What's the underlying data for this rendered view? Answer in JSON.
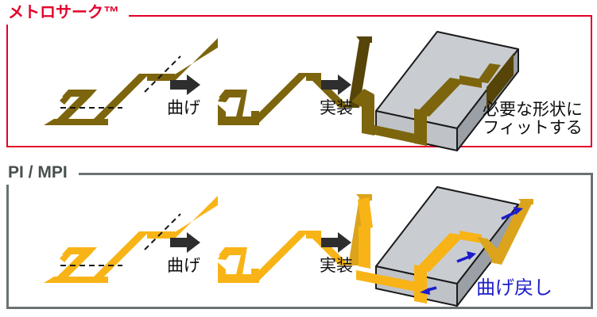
{
  "sections": [
    {
      "title": "メトロサーク™",
      "step_labels": {
        "bend": "曲げ",
        "mount": "実装"
      },
      "caption": {
        "line1": "必要な形状に",
        "line2": "フィットする"
      }
    },
    {
      "title": "PI / MPI",
      "step_labels": {
        "bend": "曲げ",
        "mount": "実装"
      },
      "caption": {
        "line1": "曲げ戻し"
      }
    }
  ],
  "colors": {
    "accent-red": "#e3002b",
    "accent-gray": "#6a7173",
    "title2-color": "#47504f",
    "gold": "#7d650d",
    "gold-dark": "#564408",
    "amber": "#f8b416",
    "amber-dark": "#dca41c",
    "block-top": "#c9cdd2",
    "block-front": "#bfc3c8",
    "block-side": "#9aa0a5",
    "outline": "#1a1a1a",
    "arrow-color": "#2e2e2e",
    "blue": "#1c1ccc",
    "text-color": "#0d0d0d"
  }
}
